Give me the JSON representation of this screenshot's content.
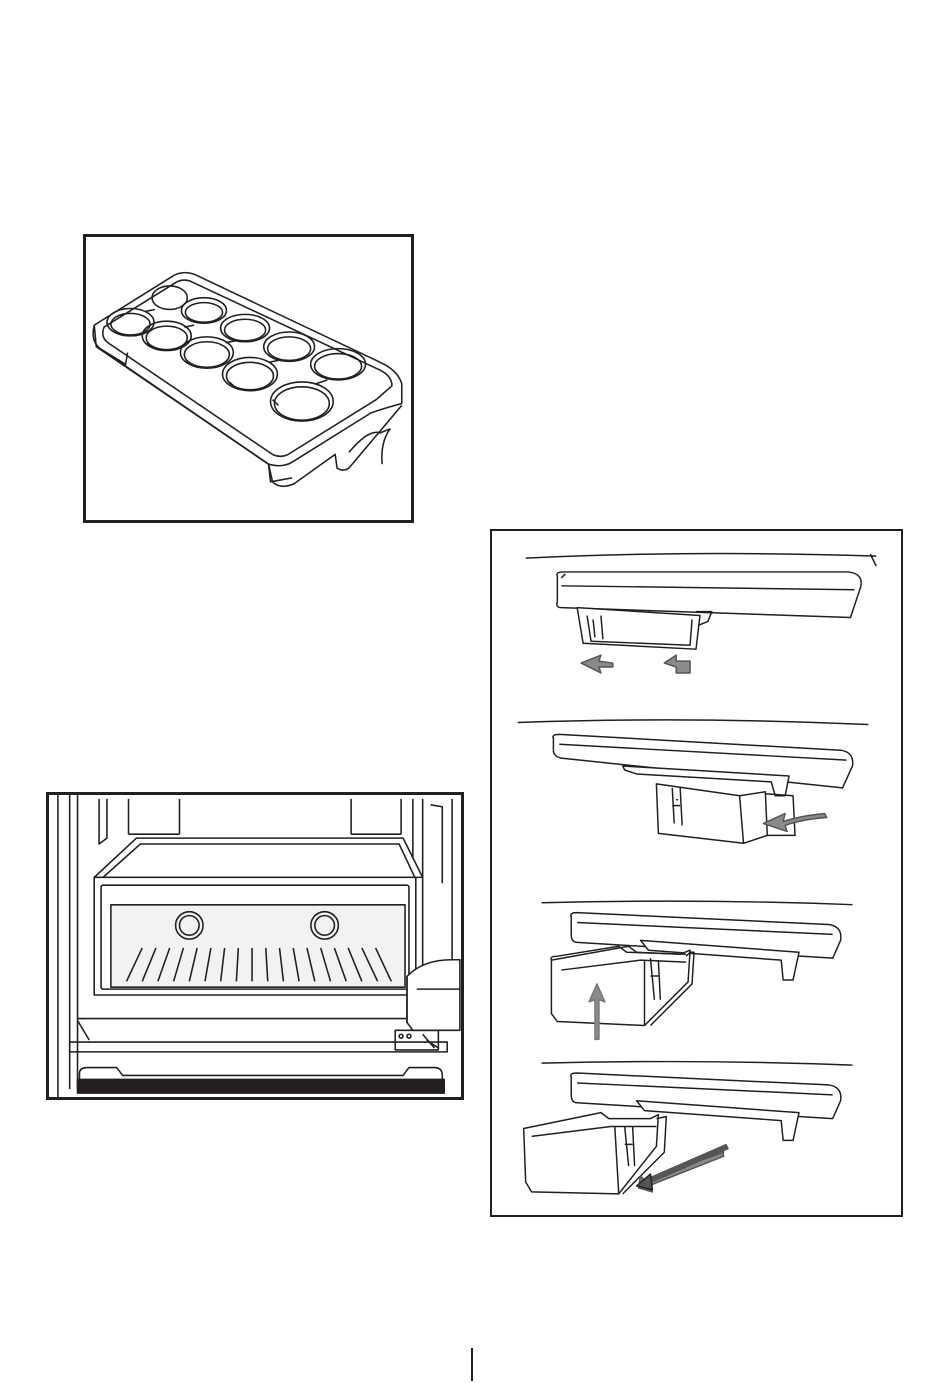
{
  "figures": [
    {
      "id": "egg-tray",
      "icon": "egg-tray-illustration"
    },
    {
      "id": "freezer-compartment",
      "icon": "freezer-drawer-illustration"
    },
    {
      "id": "shelf-bin-steps",
      "icon": "door-bin-installation-illustration",
      "steps": 4
    }
  ],
  "colors": {
    "line": "#231f20",
    "gray": "#8a8a8a",
    "light": "#f2f2f2"
  }
}
